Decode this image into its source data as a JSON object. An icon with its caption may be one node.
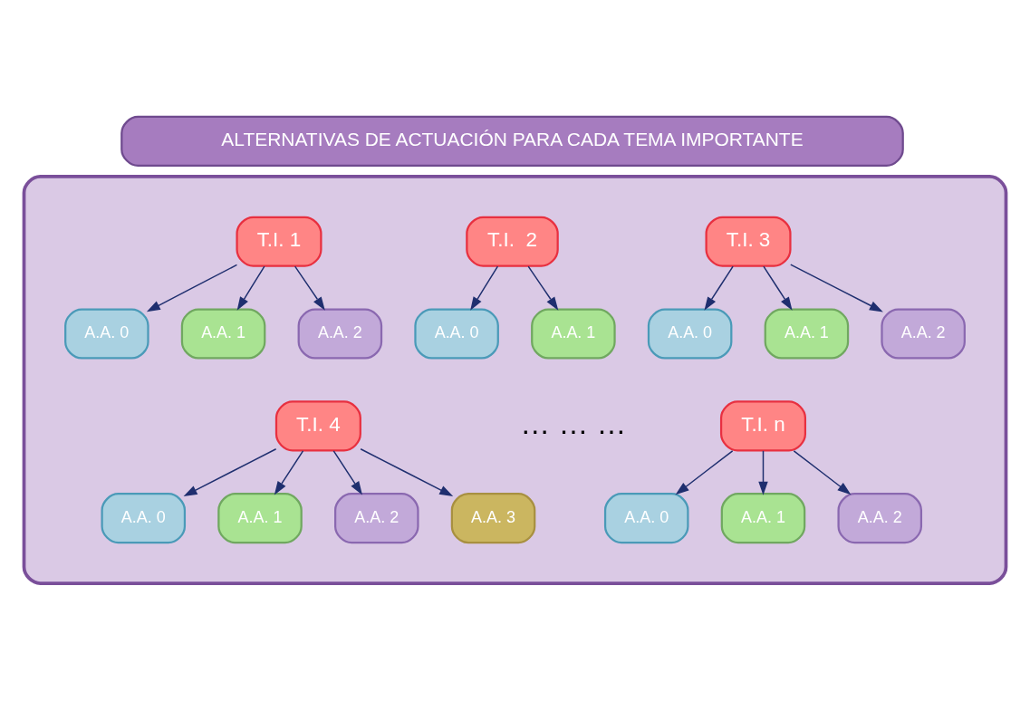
{
  "diagram": {
    "nodes": [
      {
        "text": [
          "ALTERNATIVAS DE ACTUACIÓN PARA CADA TEMA IMPORTANTE"
        ]
      },
      {
        "text": [],
        "shape": "box"
      },
      {
        "text": [
          "T.I. 1"
        ],
        "in": 1
      },
      {
        "text": [
          "A.A. 0"
        ],
        "in": 1
      },
      {
        "text": [
          "A.A. 2"
        ],
        "in": 1
      },
      {
        "text": [
          "A.A. 1"
        ],
        "in": 1
      },
      {
        "text": [
          "T.I.  2"
        ],
        "in": 1
      },
      {
        "text": [
          "A.A. 0"
        ],
        "in": 1
      },
      {
        "text": [
          "A.A. 1"
        ],
        "in": 1
      },
      {
        "text": [
          "T.I. 3"
        ],
        "in": 1
      },
      {
        "text": [
          "A.A. 0"
        ],
        "in": 1
      },
      {
        "text": [
          "A.A. 2"
        ],
        "in": 1
      },
      {
        "text": [
          "A.A. 1"
        ],
        "in": 1
      },
      {
        "text": [
          "T.I. 4"
        ],
        "in": 1
      },
      {
        "text": [
          "A.A. 0"
        ],
        "in": 1
      },
      {
        "text": [
          "A.A. 3"
        ],
        "in": 1
      },
      {
        "text": [
          "A.A. 1"
        ],
        "in": 1
      },
      {
        "text": [
          "A.A. 2"
        ],
        "in": 1
      },
      {
        "text": [
          "T.I. n"
        ],
        "in": 1
      },
      {
        "text": [
          "A.A. 0"
        ],
        "in": 1
      },
      {
        "text": [
          "A.A. 2"
        ],
        "in": 1
      },
      {
        "text": [
          "A.A. 1"
        ],
        "in": 1
      }
    ],
    "edges": [
      {
        "from": 2,
        "to": 3,
        "arrow": "to"
      },
      {
        "from": 2,
        "to": 5,
        "arrow": "to"
      },
      {
        "from": 2,
        "to": 4,
        "arrow": "to"
      },
      {
        "from": 6,
        "to": 7,
        "arrow": "to"
      },
      {
        "from": 6,
        "to": 8,
        "arrow": "to"
      },
      {
        "from": 9,
        "to": 10,
        "arrow": "to"
      },
      {
        "from": 9,
        "to": 12,
        "arrow": "to"
      },
      {
        "from": 9,
        "to": 11,
        "arrow": "to"
      },
      {
        "from": 13,
        "to": 14,
        "arrow": "to"
      },
      {
        "from": 13,
        "to": 16,
        "arrow": "to"
      },
      {
        "from": 13,
        "to": 17,
        "arrow": "to"
      },
      {
        "from": 13,
        "to": 15,
        "arrow": "to"
      },
      {
        "from": 18,
        "to": 19,
        "arrow": "to"
      },
      {
        "from": 18,
        "to": 21,
        "arrow": "to"
      },
      {
        "from": 18,
        "to": 20,
        "arrow": "to"
      }
    ],
    "labels": [
      "… … …"
    ]
  }
}
